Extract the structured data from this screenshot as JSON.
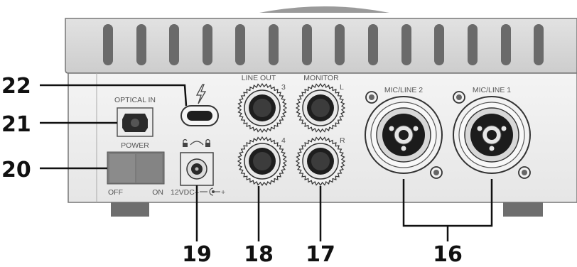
{
  "panel_labels": {
    "optical_in": "OPTICAL IN",
    "power": "POWER",
    "off": "OFF",
    "on": "ON",
    "dc_input": "12VDC",
    "line_out": "LINE OUT",
    "monitor": "MONITOR",
    "line_out_3": "3",
    "line_out_4": "4",
    "monitor_l": "L",
    "monitor_r": "R",
    "mic_line_2": "MIC/LINE 2",
    "mic_line_1": "MIC/LINE 1"
  },
  "callouts": {
    "c22": "22",
    "c21": "21",
    "c20": "20",
    "c19": "19",
    "c18": "18",
    "c17": "17",
    "c16": "16"
  },
  "icons": {
    "thunderbolt": "thunderbolt-icon",
    "lock": "lock-icon",
    "dc_polarity": "dc-polarity-icon"
  }
}
